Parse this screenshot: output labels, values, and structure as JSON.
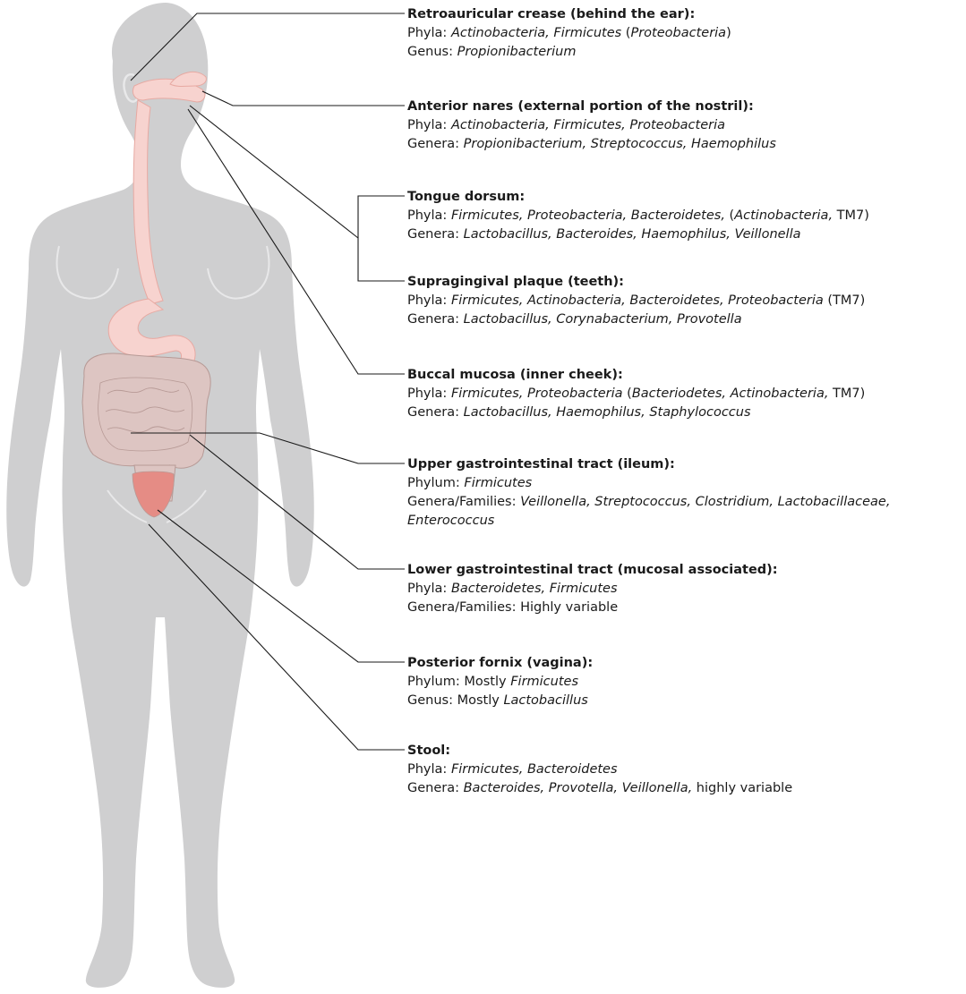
{
  "colors": {
    "body": "#cfcfd0",
    "body_highlight": "#e8e8e9",
    "organ_tract": "#f7d3cf",
    "organ_outline": "#e7a9a2",
    "intestine": "#ddc5c2",
    "intestine_outline": "#b79a96",
    "vagina": "#e58c85",
    "leader_line": "#1a1a1a"
  },
  "sites": [
    {
      "title": "Retroauricular crease (behind the ear):",
      "lines": [
        {
          "label": "Phyla:",
          "segments": [
            {
              "t": "Actinobacteria, Firmicutes",
              "i": true
            },
            {
              "t": " (",
              "i": false
            },
            {
              "t": "Proteobacteria",
              "i": true
            },
            {
              "t": ")",
              "i": false
            }
          ]
        },
        {
          "label": "Genus:",
          "segments": [
            {
              "t": "Propionibacterium",
              "i": true
            }
          ]
        }
      ]
    },
    {
      "title": "Anterior nares (external portion of the nostril):",
      "lines": [
        {
          "label": "Phyla:",
          "segments": [
            {
              "t": "Actinobacteria, Firmicutes, Proteobacteria",
              "i": true
            }
          ]
        },
        {
          "label": "Genera:",
          "segments": [
            {
              "t": "Propionibacterium, Streptococcus, Haemophilus",
              "i": true
            }
          ]
        }
      ]
    },
    {
      "title": "Tongue dorsum:",
      "lines": [
        {
          "label": "Phyla:",
          "segments": [
            {
              "t": "Firmicutes, Proteobacteria, Bacteroidetes,",
              "i": true
            },
            {
              "t": " (",
              "i": false
            },
            {
              "t": "Actinobacteria,",
              "i": true
            },
            {
              "t": " TM7)",
              "i": false
            }
          ]
        },
        {
          "label": "Genera:",
          "segments": [
            {
              "t": "Lactobacillus, Bacteroides, Haemophilus, Veillonella",
              "i": true
            }
          ]
        }
      ]
    },
    {
      "title": "Supragingival plaque (teeth):",
      "lines": [
        {
          "label": "Phyla:",
          "segments": [
            {
              "t": "Firmicutes, Actinobacteria, Bacteroidetes, Proteobacteria",
              "i": true
            },
            {
              "t": " (TM7)",
              "i": false
            }
          ]
        },
        {
          "label": "Genera:",
          "segments": [
            {
              "t": "Lactobacillus, Corynabacterium, Provotella",
              "i": true
            }
          ]
        }
      ]
    },
    {
      "title": "Buccal mucosa (inner cheek):",
      "lines": [
        {
          "label": "Phyla:",
          "segments": [
            {
              "t": "Firmicutes, Proteobacteria",
              "i": true
            },
            {
              "t": " (",
              "i": false
            },
            {
              "t": "Bacteriodetes, Actinobacteria,",
              "i": true
            },
            {
              "t": " TM7)",
              "i": false
            }
          ]
        },
        {
          "label": "Genera:",
          "segments": [
            {
              "t": "Lactobacillus, Haemophilus, Staphylococcus",
              "i": true
            }
          ]
        }
      ]
    },
    {
      "title": "Upper gastrointestinal tract (ileum):",
      "lines": [
        {
          "label": "Phylum:",
          "segments": [
            {
              "t": "Firmicutes",
              "i": true
            }
          ]
        },
        {
          "label": "Genera/Families:",
          "wrap": true,
          "segments": [
            {
              "t": "Veillonella, Streptococcus, Clostridium, Lactobacillaceae, Enterococcus",
              "i": true
            }
          ]
        }
      ]
    },
    {
      "title": "Lower gastrointestinal tract (mucosal associated):",
      "lines": [
        {
          "label": "Phyla:",
          "segments": [
            {
              "t": "Bacteroidetes, Firmicutes",
              "i": true
            }
          ]
        },
        {
          "label": "Genera/Families:",
          "segments": [
            {
              "t": "Highly variable",
              "i": false
            }
          ]
        }
      ]
    },
    {
      "title": "Posterior fornix (vagina):",
      "lines": [
        {
          "label": "Phylum:",
          "segments": [
            {
              "t": "Mostly ",
              "i": false
            },
            {
              "t": "Firmicutes",
              "i": true
            }
          ]
        },
        {
          "label": "Genus:",
          "segments": [
            {
              "t": "Mostly ",
              "i": false
            },
            {
              "t": "Lactobacillus",
              "i": true
            }
          ]
        }
      ]
    },
    {
      "title": "Stool:",
      "lines": [
        {
          "label": "Phyla:",
          "segments": [
            {
              "t": "Firmicutes, Bacteroidetes",
              "i": true
            }
          ]
        },
        {
          "label": "Genera:",
          "segments": [
            {
              "t": "Bacteroides, Provotella, Veillonella,",
              "i": true
            },
            {
              "t": " highly variable",
              "i": false
            }
          ]
        }
      ]
    }
  ]
}
